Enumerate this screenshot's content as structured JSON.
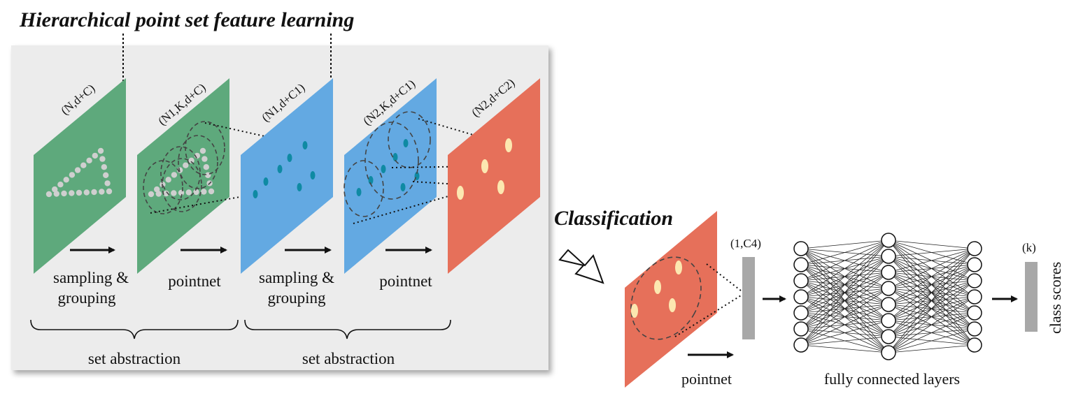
{
  "title": "Hierarchical point set feature learning",
  "classification_title": "Classification",
  "planes": [
    {
      "dim": "(N,d+C)",
      "color": "#5ea97c"
    },
    {
      "dim": "(N1,K,d+C)",
      "color": "#5ea97c"
    },
    {
      "dim": "(N1,d+C1)",
      "color": "#63a9e2"
    },
    {
      "dim": "(N2,K,d+C1)",
      "color": "#63a9e2"
    },
    {
      "dim": "(N2,d+C2)",
      "color": "#e6705a"
    }
  ],
  "step_labels": [
    {
      "line1": "sampling &",
      "line2": "grouping"
    },
    {
      "line1": "pointnet",
      "line2": ""
    },
    {
      "line1": "sampling &",
      "line2": "grouping"
    },
    {
      "line1": "pointnet",
      "line2": ""
    }
  ],
  "set_abstraction_labels": [
    "set abstraction",
    "set abstraction"
  ],
  "classification": {
    "feature_dim": "(1,C4)",
    "pointnet_label": "pointnet",
    "fc_label": "fully connected layers",
    "output_dim": "(k)",
    "output_label": "class scores",
    "plane_color": "#e6705a"
  },
  "colors": {
    "panel_bg": "#ececec",
    "gray_point": "#cfcfcf",
    "teal_point": "#0f8aa3",
    "cream_point": "#fce7b0",
    "bar": "#a8a8a8"
  }
}
